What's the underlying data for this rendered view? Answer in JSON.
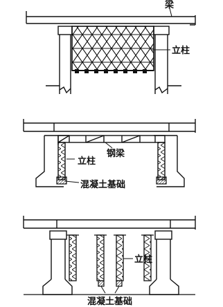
{
  "panels": [
    {
      "id": "panel-1",
      "labels": {
        "beam": "梁",
        "column": "立柱"
      }
    },
    {
      "id": "panel-2",
      "labels": {
        "steel_beam": "钢梁",
        "column": "立柱",
        "foundation": "混凝土基础"
      }
    },
    {
      "id": "panel-3",
      "labels": {
        "column": "立柱",
        "foundation": "混凝土基础"
      }
    }
  ],
  "colors": {
    "ink": "#111111",
    "paper": "#ffffff"
  }
}
